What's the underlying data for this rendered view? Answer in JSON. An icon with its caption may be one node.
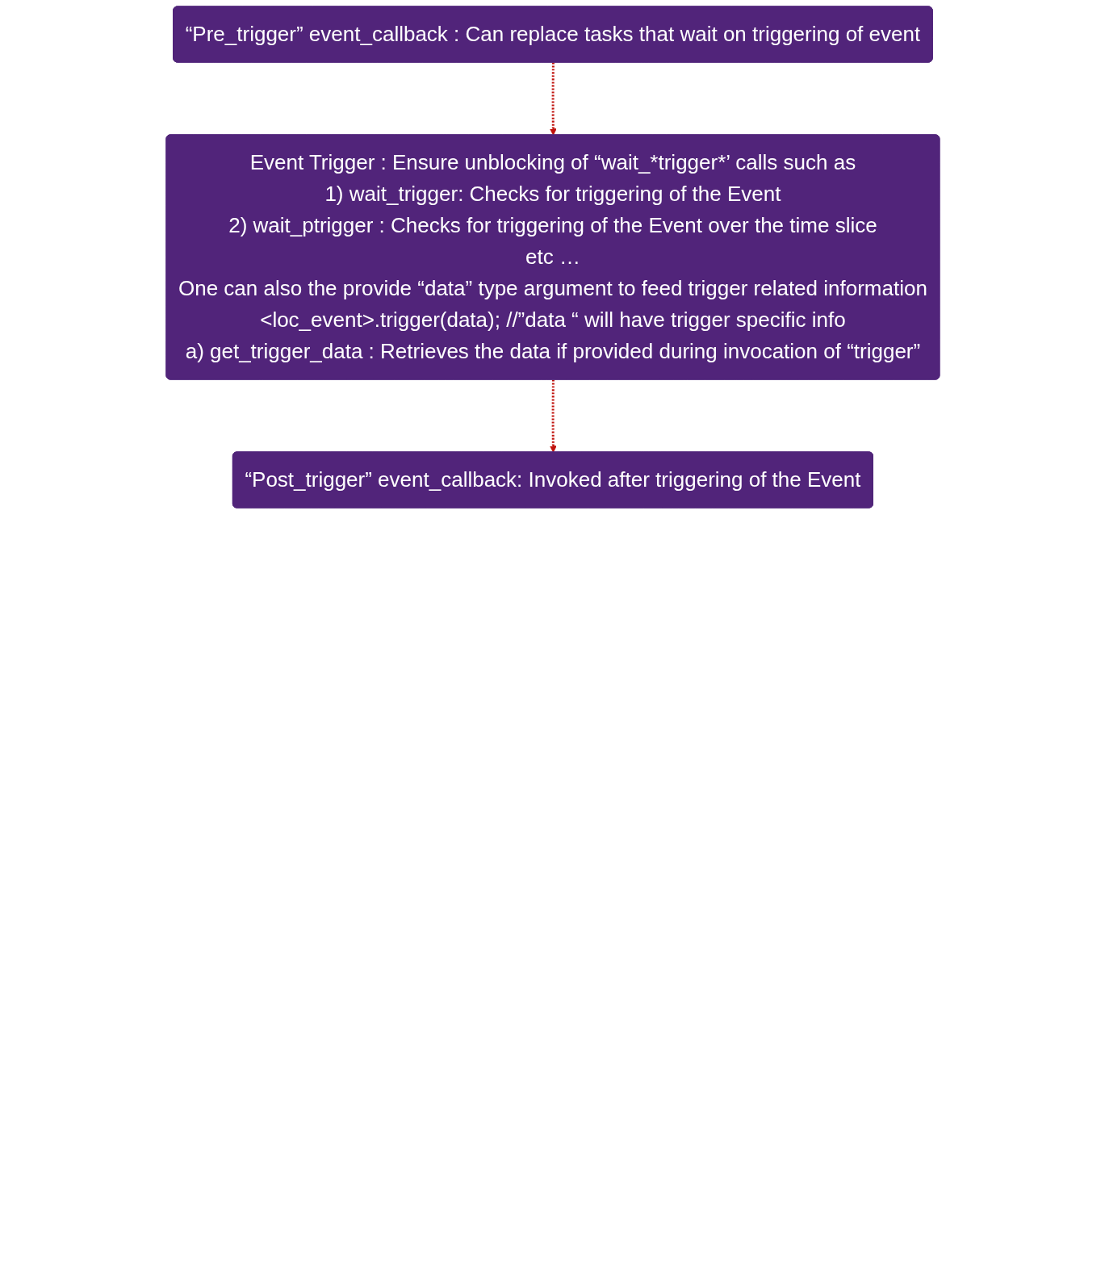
{
  "diagram": {
    "nodes": [
      {
        "text": [
          "“Pre_trigger” event_callback : Can replace tasks that wait on triggering of event"
        ]
      },
      {
        "text": [
          "Event Trigger :  Ensure unblocking of “wait_*trigger*’ calls such as",
          "1) wait_trigger:  Checks for triggering of the Event",
          "2) wait_ptrigger : Checks for triggering of the Event over the time slice",
          "etc …",
          "One can also the provide “data” type argument to feed trigger related information",
          "<loc_event>.trigger(data);  //”data “ will have trigger specific info",
          "a) get_trigger_data :  Retrieves the data if provided during invocation of “trigger”"
        ]
      },
      {
        "text": [
          "“Post_trigger” event_callback: Invoked after triggering of the Event"
        ]
      }
    ],
    "edges": [
      {
        "from": 0,
        "to": 1,
        "arrow": "to",
        "style": "dashed",
        "color": "#c0120c"
      },
      {
        "from": 1,
        "to": 2,
        "arrow": "to",
        "style": "dashed",
        "color": "#c0120c"
      }
    ]
  }
}
